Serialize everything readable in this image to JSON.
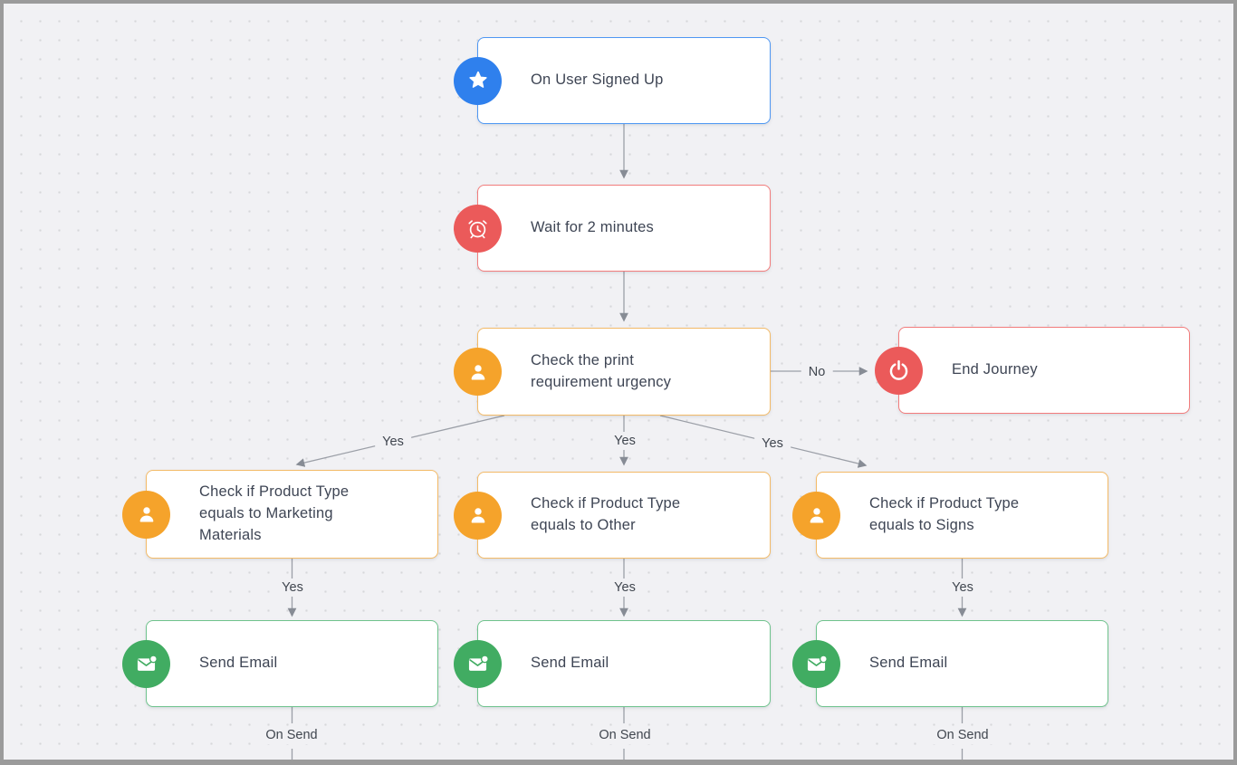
{
  "canvas": {
    "background_color": "#f1f1f4",
    "dot_grid_color": "#d6d7da",
    "frame_border_color": "#9b9b9b",
    "connector_color": "#9b9fa7"
  },
  "colors": {
    "trigger_blue": "#2f80ed",
    "wait_red": "#eb5a5a",
    "condition_orange": "#f5a32b",
    "email_green": "#41ac62",
    "end_red": "#eb5a5a"
  },
  "nodes": [
    {
      "label": "On User Signed Up",
      "icon": "star-icon",
      "accent": "#2f80ed"
    },
    {
      "label": "Wait for 2 minutes",
      "icon": "alarm-clock-icon",
      "accent": "#eb5a5a"
    },
    {
      "label": "Check the print requirement urgency",
      "icon": "person-icon",
      "accent": "#f5a32b"
    },
    {
      "label": "End Journey",
      "icon": "power-icon",
      "accent": "#eb5a5a"
    },
    {
      "label": "Check if Product Type equals to Marketing Materials",
      "icon": "person-icon",
      "accent": "#f5a32b"
    },
    {
      "label": "Check if Product Type equals to Other",
      "icon": "person-icon",
      "accent": "#f5a32b"
    },
    {
      "label": "Check if Product Type equals to Signs",
      "icon": "person-icon",
      "accent": "#f5a32b"
    },
    {
      "label": "Send Email",
      "icon": "email-icon",
      "accent": "#41ac62"
    },
    {
      "label": "Send Email",
      "icon": "email-icon",
      "accent": "#41ac62"
    },
    {
      "label": "Send Email",
      "icon": "email-icon",
      "accent": "#41ac62"
    }
  ],
  "edge_labels": {
    "no": "No",
    "yes": "Yes",
    "on_send": "On Send"
  }
}
